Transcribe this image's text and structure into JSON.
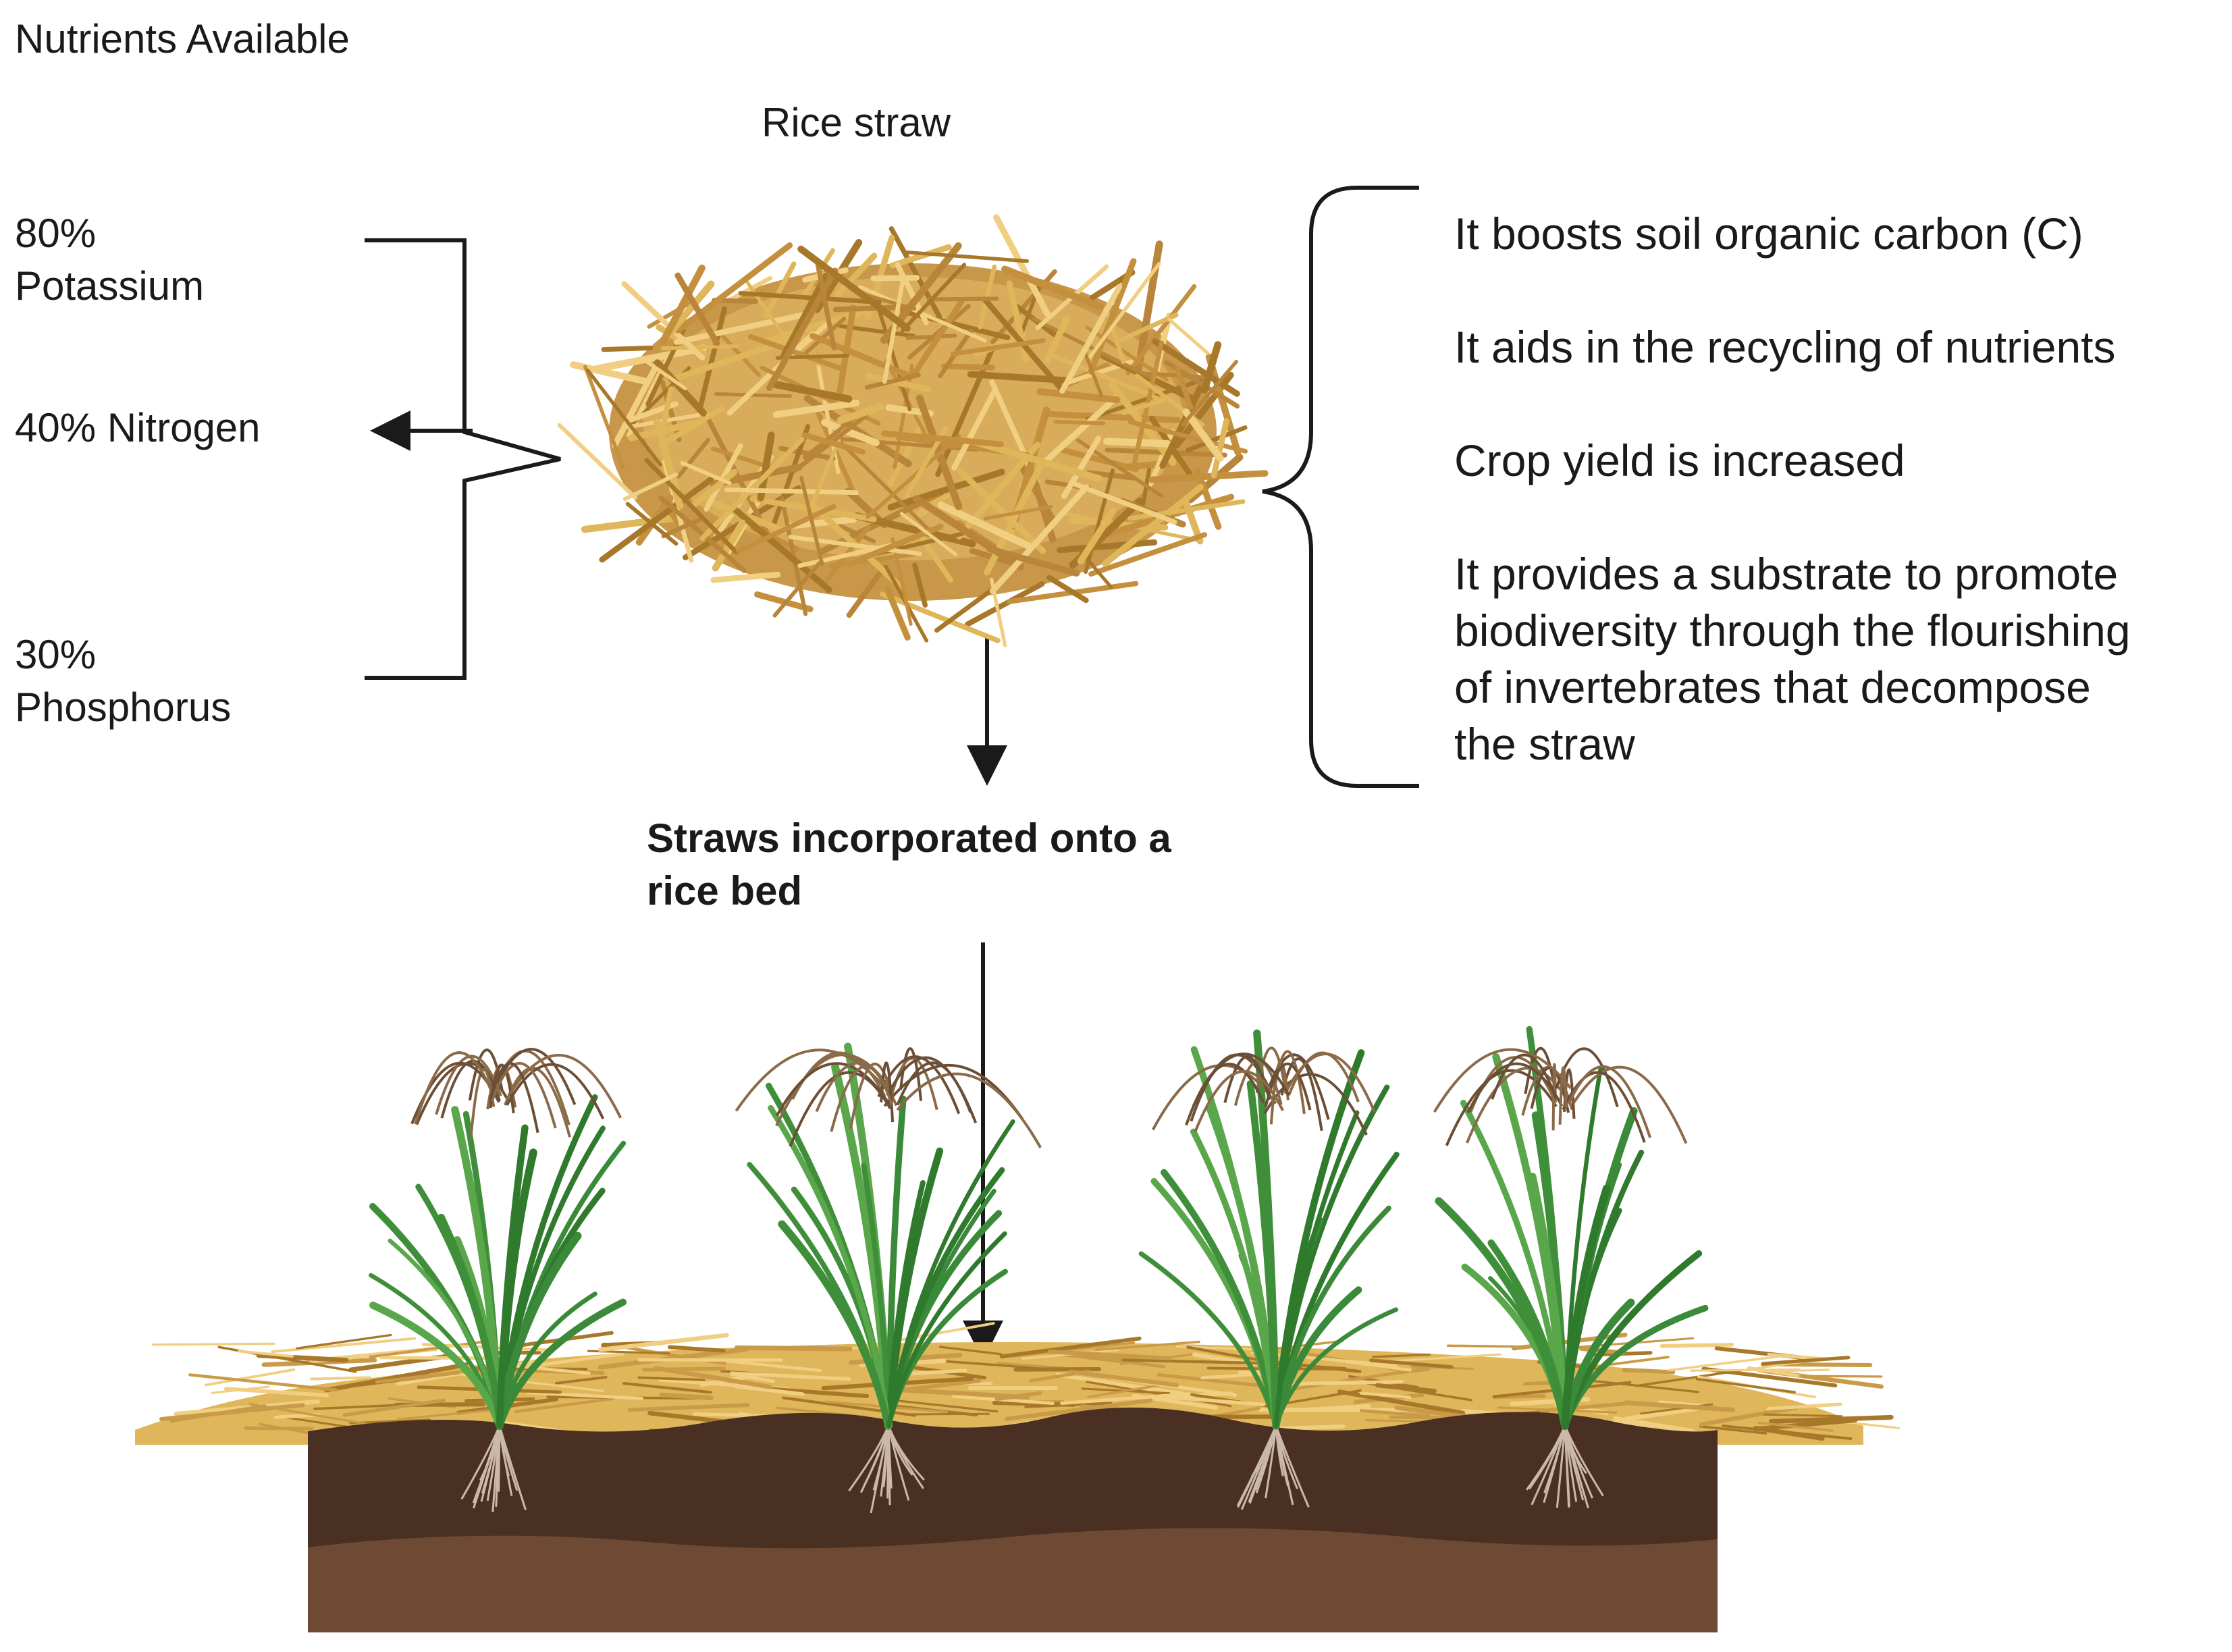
{
  "diagram": {
    "title": "Nutrients Available",
    "rice_straw_label": "Rice straw",
    "nutrients": [
      {
        "percent": "80%",
        "name": "Potassium"
      },
      {
        "label": "40% Nitrogen"
      },
      {
        "percent": "30%",
        "name": "Phosphorus"
      }
    ],
    "benefits": [
      "It boosts soil organic carbon (C)",
      "It aids in the recycling of nutrients",
      "Crop yield is increased",
      "It provides a substrate to promote",
      "biodiversity through the flourishing",
      "of invertebrates that decompose",
      "the straw"
    ],
    "incorporation_label": [
      "Straws incorporated onto a",
      "rice bed"
    ]
  },
  "colors": {
    "straw_light": "#e0b65a",
    "straw_dark": "#a8782a",
    "soil_dark": "#4a3022",
    "soil_light": "#6e4a34",
    "leaf_green": "#3f8f3a",
    "panicle": "#8a6a48",
    "line": "#1a1a1a"
  }
}
